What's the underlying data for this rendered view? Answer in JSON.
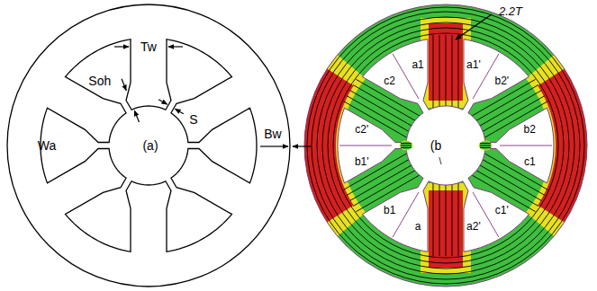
{
  "diagram": {
    "labels": [
      "2.2T",
      "Tw",
      "Soh",
      "S",
      "Wa",
      "(a)",
      "Bw",
      "a1",
      "a1'",
      "c2",
      "b2'",
      "c2'",
      "(b",
      "b2",
      "b1'",
      "c1",
      "\\",
      "b1",
      "a",
      "a2'",
      "c1'"
    ]
  }
}
